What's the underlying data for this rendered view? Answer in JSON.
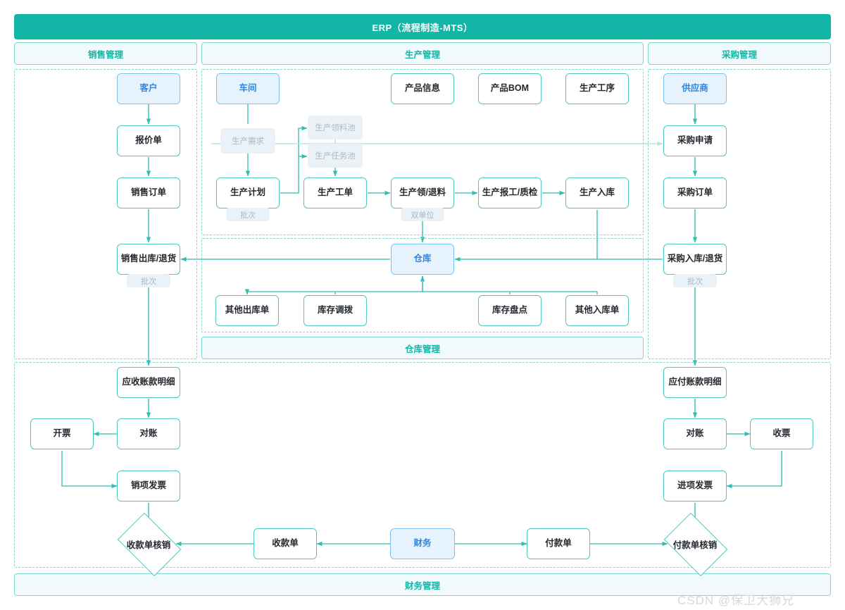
{
  "header": {
    "title": "ERP（流程制造-MTS）",
    "bar_color": "#13b5a6"
  },
  "colors": {
    "teal": "#13b5a6",
    "teal_line": "#52c7bb",
    "teal_dashed": "#7fd9d0",
    "blue_fill": "#e6f3fd",
    "blue_border": "#7ec2f2",
    "blue_text": "#2f86e0",
    "pool_fill": "#eaf2f8",
    "pool_text": "#a8b9c6",
    "section_fill": "#f2f9fd"
  },
  "sections": {
    "sales": {
      "label": "销售管理"
    },
    "production": {
      "label": "生产管理"
    },
    "purchase": {
      "label": "采购管理"
    },
    "warehouse": {
      "label": "仓库管理"
    },
    "finance": {
      "label": "财务管理"
    }
  },
  "nodes": {
    "customer": "客户",
    "quotation": "报价单",
    "sales_order": "销售订单",
    "sales_out_return": "销售出库/退货",
    "receivable_detail": "应收账款明细",
    "invoice_issue": "开票",
    "reconcile_ar": "对账",
    "output_invoice": "销项发票",
    "workshop": "车间",
    "product_info": "产品信息",
    "product_bom": "产品BOM",
    "production_process": "生产工序",
    "production_demand": "生产需求",
    "picking_pool": "生产领料池",
    "task_pool": "生产任务池",
    "production_plan": "生产计划",
    "work_order": "生产工单",
    "pick_return_material": "生产领/退料",
    "report_inspect": "生产报工/质检",
    "production_in": "生产入库",
    "supplier": "供应商",
    "purchase_request": "采购申请",
    "purchase_order": "采购订单",
    "purchase_in_return": "采购入库/退货",
    "payable_detail": "应付账款明细",
    "reconcile_ap": "对账",
    "receive_invoice": "收票",
    "input_invoice": "进项发票",
    "stock": "仓库",
    "other_out": "其他出库单",
    "stock_transfer": "库存调拨",
    "stock_count": "库存盘点",
    "other_in": "其他入库单",
    "finance": "财务",
    "receipt_note": "收款单",
    "payment_note": "付款单",
    "receipt_writeoff": "收款单核销",
    "payment_writeoff": "付款单核销"
  },
  "tags": {
    "batch_sales": "批次",
    "batch_plan": "批次",
    "batch_purchase": "批次",
    "dual_unit": "双单位"
  },
  "watermark": "CSDN @保卫大狮兄"
}
